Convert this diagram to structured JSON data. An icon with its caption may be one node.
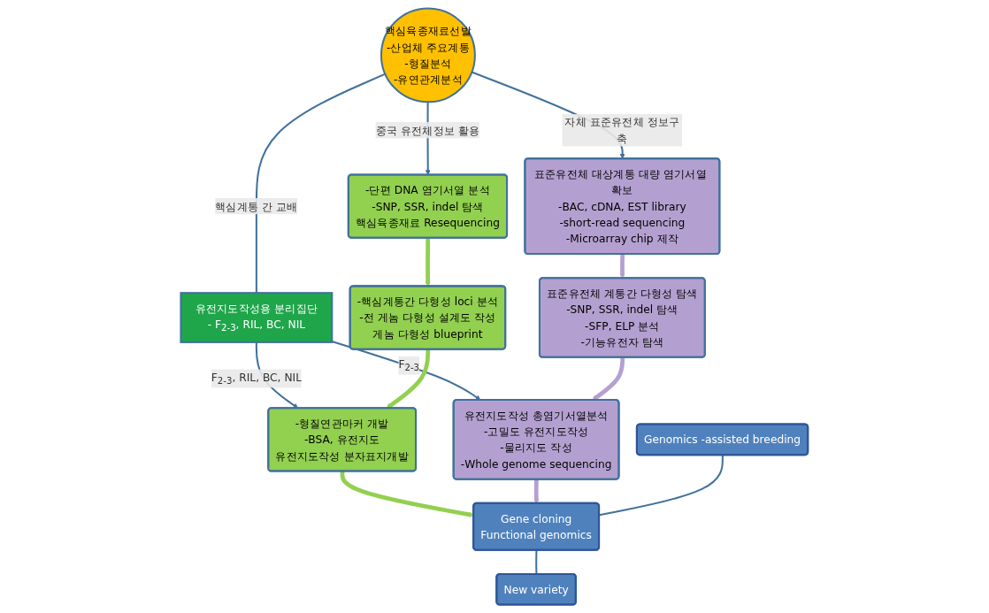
{
  "diagram": {
    "nodes": [
      {
        "text": [
          "핵심육종재료선발",
          "-산업체 주요계통",
          "-형질분석",
          "-유연관계분석"
        ]
      },
      {
        "text": [
          "유전지도작성용 분리집단",
          "- F$_{2-3}$, RIL, BC, NIL"
        ]
      },
      {
        "text": [
          "-단편 DNA 염기서열 분석",
          "-SNP, SSR, indel 탐색",
          "핵심육종재료 Resequencing"
        ]
      },
      {
        "text": [
          "-핵심계통간 다형성 loci 분석",
          "-전 게놈 다형성 설계도 작성",
          "게놈 다형성 blueprint"
        ]
      },
      {
        "text": [
          "-형질연관마커 개발",
          "-BSA, 유전지도",
          "유전지도작성 분자표지개발"
        ]
      },
      {
        "text": [
          "표준유전체 대상계통 대량 염기서열 확보",
          "-BAC, cDNA, EST library",
          "-short-read sequencing",
          "-Microarray chip 제작"
        ]
      },
      {
        "text": [
          "표준유전체 계통간 다형성 탐색",
          "-SNP, SSR, indel 탐색",
          "-SFP, ELP 분석",
          "-기능유전자 탐색"
        ]
      },
      {
        "text": [
          "유전지도작성 총염기서열분석",
          "-고밀도 유전지도작성",
          "-물리지도 작성",
          "-Whole genome sequencing"
        ]
      },
      {
        "text": [
          "Genomics -assisted breeding"
        ]
      },
      {
        "text": [
          "Gene cloning",
          "Functional genomics"
        ]
      },
      {
        "text": [
          "New variety"
        ]
      }
    ],
    "edges": [
      {
        "from": 0,
        "to": 1,
        "arrow": "none",
        "label": "핵심계통 간 교배"
      },
      {
        "from": 0,
        "to": 5,
        "arrow": "to",
        "label": "자체 표준유전체 정보구축"
      },
      {
        "from": 0,
        "to": 2,
        "arrow": "to",
        "label": "중국 유전체정보 활용"
      },
      {
        "from": 1,
        "to": 4,
        "arrow": "to",
        "label": "F$_{2-3}$, RIL, BC, NIL"
      },
      {
        "from": 1,
        "to": 7,
        "arrow": "to",
        "label": "F$_{2-3}$"
      },
      {
        "from": 2,
        "to": 3,
        "arrow": "to",
        "style": "thick",
        "color": "#92d050"
      },
      {
        "from": 3,
        "to": 4,
        "arrow": "to",
        "style": "thick",
        "color": "#92d050"
      },
      {
        "from": 4,
        "to": 9,
        "arrow": "to",
        "style": "thick",
        "color": "#92d050"
      },
      {
        "from": 5,
        "to": 6,
        "arrow": "to",
        "style": "thick",
        "color": "#b4a0d0"
      },
      {
        "from": 6,
        "to": 7,
        "arrow": "to",
        "style": "thick",
        "color": "#b4a0d0"
      },
      {
        "from": 7,
        "to": 9,
        "arrow": "to",
        "style": "thick",
        "color": "#b4a0d0"
      },
      {
        "from": 8,
        "to": 9,
        "arrow": "none"
      },
      {
        "from": 9,
        "to": 10,
        "arrow": "none"
      }
    ]
  }
}
